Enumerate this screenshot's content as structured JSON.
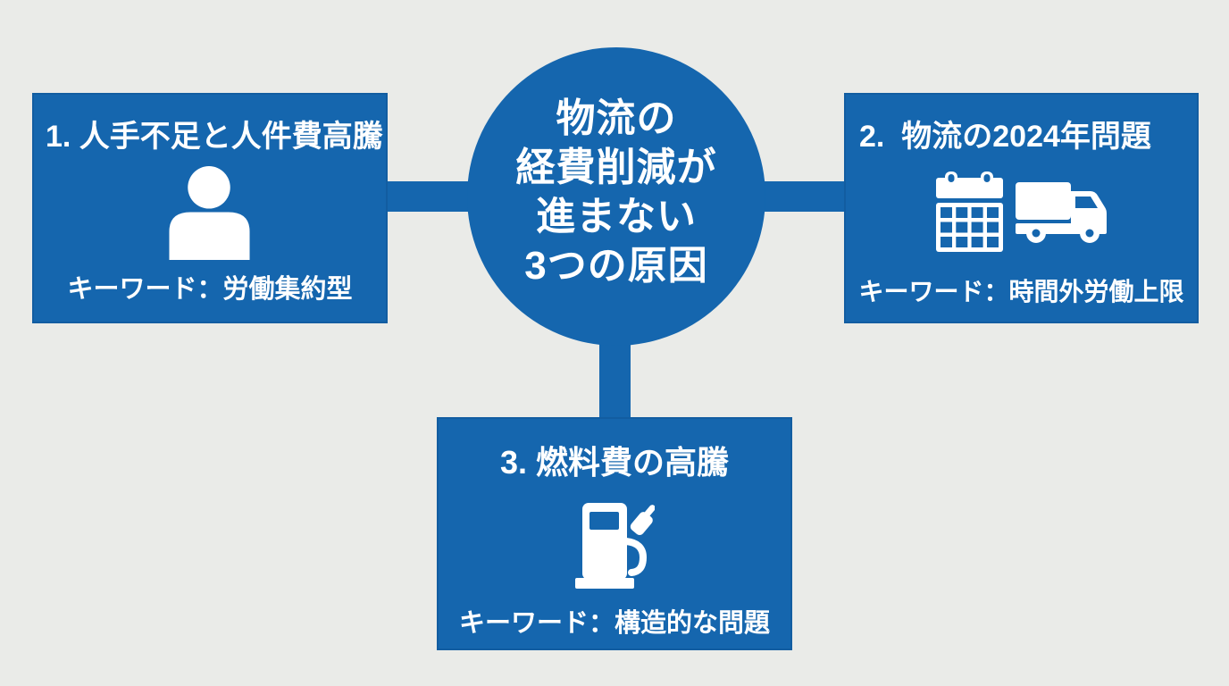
{
  "palette": {
    "primary_blue": "#1566ae",
    "background_gray": "#eaebe8",
    "text_white": "#ffffff"
  },
  "center": {
    "lines": [
      "物流の",
      "経費削減が",
      "進まない",
      "3つの原因"
    ]
  },
  "boxes": {
    "left": {
      "title": "1. 人手不足と人件費高騰",
      "keyword": "キーワード：労働集約型",
      "icon": "person-icon"
    },
    "right": {
      "title": "2.  物流の2024年問題",
      "keyword": "キーワード：時間外労働上限",
      "icons": [
        "calendar-icon",
        "truck-icon"
      ]
    },
    "bottom": {
      "title": "3. 燃料費の高騰",
      "keyword": "キーワード：構造的な問題",
      "icon": "fuel-pump-icon"
    }
  }
}
